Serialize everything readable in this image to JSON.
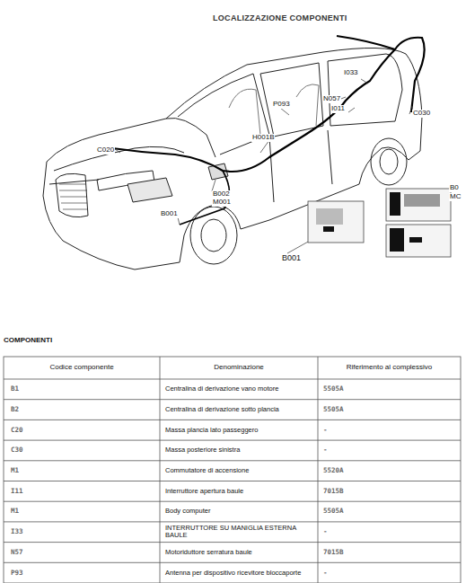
{
  "diagram": {
    "title": "LOCALIZZAZIONE COMPONENTI",
    "labels": [
      "C020",
      "P093",
      "H001B",
      "N057",
      "I033",
      "I011",
      "C030",
      "B002",
      "M001",
      "B001",
      "B001",
      "B0",
      "MC",
      "COMPONENTI",
      "Codice componente",
      "Denominazione",
      "Riferimento al complessivo",
      "B1",
      "Centralina di derivazione vano motore",
      "5505A",
      "B2",
      "Centralina di derivazione sotto plancia",
      "5505A",
      "C20",
      "Massa plancia lato passeggero",
      "-",
      "C30",
      "Massa posteriore sinistra",
      "-",
      "M1",
      "Commutatore di accensione",
      "5520A",
      "I11",
      "Interruttore apertura baule",
      "7015B",
      "M1",
      "Body computer",
      "5505A",
      "I33",
      "INTERRUTTORE SU MANIGLIA ESTERNA BAULE",
      "-",
      "N57",
      "Motoriduttore serratura baule",
      "7015B",
      "P93",
      "Antenna per dispositivo ricevitore bloccaporte",
      "-"
    ]
  }
}
